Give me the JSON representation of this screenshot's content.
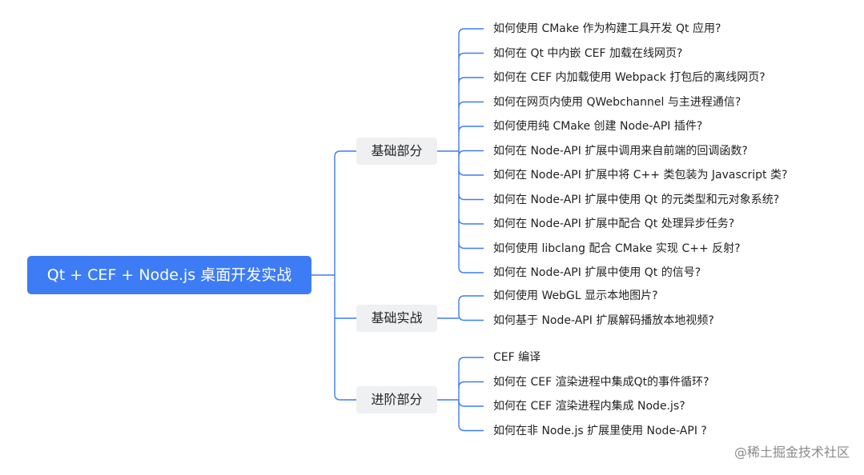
{
  "root": {
    "label": "Qt + CEF + Node.js 桌面开发实战"
  },
  "branches": [
    {
      "label": "基础部分",
      "items": [
        "如何使用 CMake 作为构建工具开发 Qt 应用?",
        "如何在 Qt 中内嵌 CEF 加载在线网页?",
        "如何在 CEF 内加载使用 Webpack 打包后的离线网页?",
        "如何在网页内使用 QWebchannel 与主进程通信?",
        "如何使用纯 CMake 创建 Node-API 插件?",
        "如何在 Node-API  扩展中调用来自前端的回调函数?",
        "如何在 Node-API 扩展中将 C++ 类包装为 Javascript 类?",
        "如何在 Node-API  扩展中使用 Qt 的元类型和元对象系统?",
        "如何在 Node-API  扩展中配合 Qt 处理异步任务?",
        "如何使用 libclang 配合 CMake 实现 C++ 反射?",
        "如何在 Node-API  扩展中使用 Qt 的信号?"
      ]
    },
    {
      "label": "基础实战",
      "items": [
        "如何使用 WebGL 显示本地图片?",
        "如何基于 Node-API  扩展解码播放本地视频?"
      ]
    },
    {
      "label": "进阶部分",
      "items": [
        "CEF 编译",
        "如何在 CEF 渲染进程中集成Qt的事件循环?",
        "如何在 CEF 渲染进程内集成 Node.js?",
        "如何在非 Node.js 扩展里使用 Node-API ?"
      ]
    }
  ],
  "watermark": "@稀土掘金技术社区",
  "colors": {
    "root_bg": "#3D7CF5",
    "branch_bg": "#EFF0F2",
    "connector": "#3D7CF5",
    "text": "#222222",
    "watermark": "#8A8A8A"
  }
}
